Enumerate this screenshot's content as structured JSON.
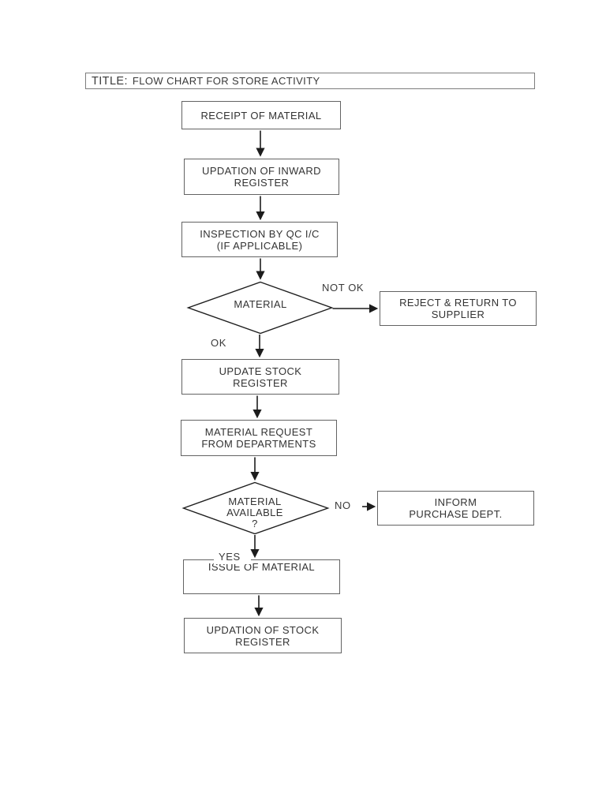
{
  "document": {
    "title_prefix": "TITLE:",
    "title_text": "FLOW CHART FOR STORE ACTIVITY"
  },
  "boxes": {
    "receipt": {
      "line1": "RECEIPT OF MATERIAL"
    },
    "inward": {
      "line1": "UPDATION OF INWARD",
      "line2": "REGISTER"
    },
    "inspection": {
      "line1": "INSPECTION BY QC I/C",
      "line2": "(IF APPLICABLE)"
    },
    "reject": {
      "line1": "REJECT & RETURN TO",
      "line2": "SUPPLIER"
    },
    "update_stock": {
      "line1": "UPDATE STOCK",
      "line2": "REGISTER"
    },
    "material_request": {
      "line1": "MATERIAL REQUEST",
      "line2": "FROM DEPARTMENTS"
    },
    "inform": {
      "line1": "INFORM",
      "line2": "PURCHASE DEPT."
    },
    "issue": {
      "line1": "ISSUE OF MATERIAL"
    },
    "updation_stock": {
      "line1": "UPDATION OF STOCK",
      "line2": "REGISTER"
    }
  },
  "decisions": {
    "material_ok": {
      "line1": "MATERIAL"
    },
    "material_available": {
      "line1": "MATERIAL",
      "line2": "AVAILABLE",
      "line3": "?"
    }
  },
  "edge_labels": {
    "not_ok": "NOT OK",
    "ok": "OK",
    "no": "NO",
    "yes": "YES"
  },
  "colors": {
    "background": "#ffffff",
    "box_border": "#636363",
    "connector": "#1c1c1c",
    "text": "#333333"
  }
}
